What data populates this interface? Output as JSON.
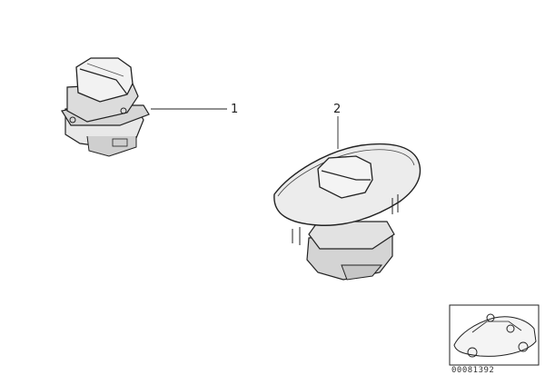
{
  "diagram": {
    "callouts": [
      {
        "label": "1",
        "part": "switch-small"
      },
      {
        "label": "2",
        "part": "switch-with-bezel"
      }
    ],
    "part_number": "00081392",
    "thumbnail_icon": "car-location-thumbnail"
  }
}
